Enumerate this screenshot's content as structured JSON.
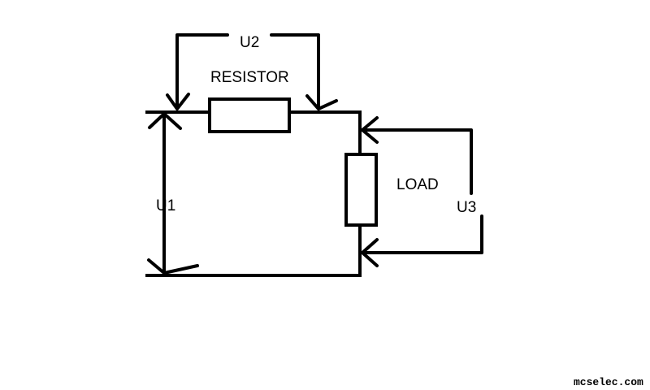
{
  "diagram": {
    "labels": {
      "u1": "U1",
      "u2": "U2",
      "u3": "U3",
      "resistor": "RESISTOR",
      "load": "LOAD"
    },
    "watermark": "mcselec.com",
    "colors": {
      "ink": "#000000",
      "background": "#ffffff"
    }
  }
}
